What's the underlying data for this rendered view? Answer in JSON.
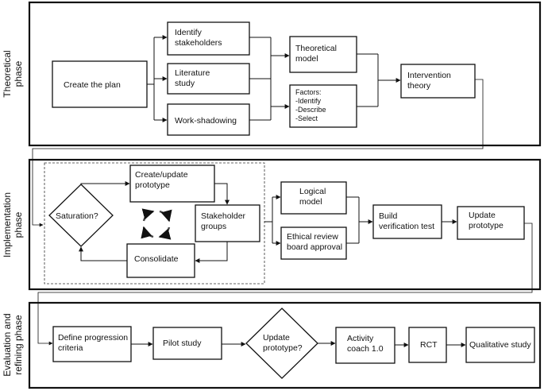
{
  "phases": {
    "theoretical": [
      "Theoretical",
      "phase"
    ],
    "implementation": [
      "Implementation",
      "phase"
    ],
    "evaluation": [
      "Evaluation and",
      "refining phase"
    ]
  },
  "nodes": {
    "create_plan": [
      "Create the plan"
    ],
    "identify_stakeholders": [
      "Identify",
      "stakeholders"
    ],
    "literature_study": [
      "Literature",
      "study"
    ],
    "work_shadowing": [
      "Work-shadowing"
    ],
    "theoretical_model": [
      "Theoretical",
      "model"
    ],
    "factors": [
      "Factors:",
      "-Identify",
      "-Describe",
      "-Select"
    ],
    "intervention_theory": [
      "Intervention",
      "theory"
    ],
    "create_update_prototype": [
      "Create/update",
      "prototype"
    ],
    "saturation": [
      "Saturation?"
    ],
    "stakeholder_groups": [
      "Stakeholder",
      "groups"
    ],
    "consolidate": [
      "Consolidate"
    ],
    "logical_model": [
      "Logical",
      "model"
    ],
    "ethical_review": [
      "Ethical review",
      "board approval"
    ],
    "build_verification": [
      "Build",
      "verification test"
    ],
    "update_prototype": [
      "Update",
      "prototype"
    ],
    "define_progression": [
      "Define progression",
      "criteria"
    ],
    "pilot_study": [
      "Pilot study"
    ],
    "update_prototype_q": [
      "Update",
      "prototype?"
    ],
    "activity_coach": [
      "Activity",
      "coach 1.0"
    ],
    "rct": [
      "RCT"
    ],
    "qualitative_study": [
      "Qualitative study"
    ]
  }
}
